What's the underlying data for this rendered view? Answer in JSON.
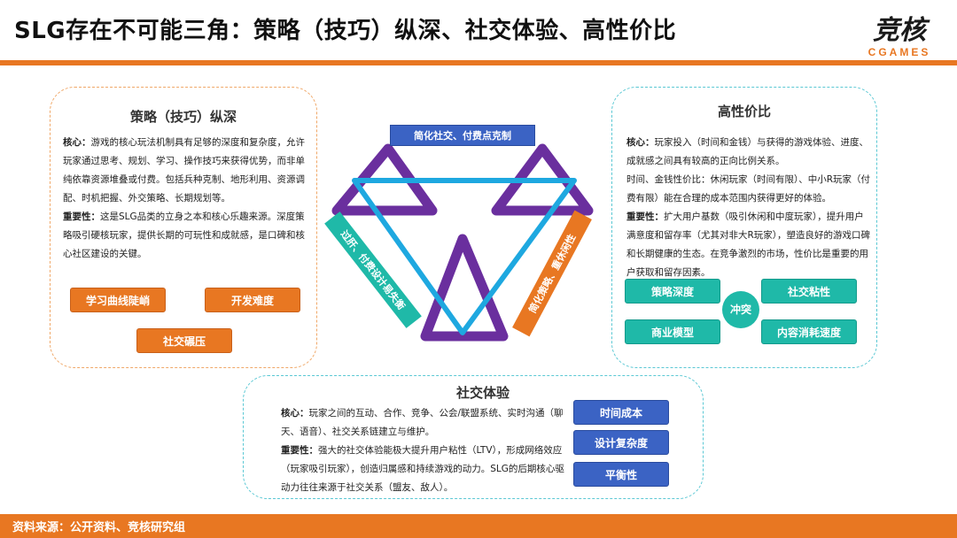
{
  "header": {
    "title": "SLG存在不可能三角：策略（技巧）纵深、社交体验、高性价比",
    "logo_cn": "竞核",
    "logo_en": "CGAMES"
  },
  "strategy": {
    "title": "策略（技巧）纵深",
    "core_label": "核心：",
    "core_text": "游戏的核心玩法机制具有足够的深度和复杂度，允许玩家通过思考、规划、学习、操作技巧来获得优势，而非单纯依靠资源堆叠或付费。包括兵种克制、地形利用、资源调配、时机把握、外交策略、长期规划等。",
    "importance_label": "重要性：",
    "importance_text": "这是SLG品类的立身之本和核心乐趣来源。深度策略吸引硬核玩家，提供长期的可玩性和成就感，是口碑和核心社区建设的关键。",
    "tags": [
      "学习曲线陡峭",
      "开发难度",
      "社交碾压"
    ]
  },
  "value": {
    "title": "高性价比",
    "core_label": "核心：",
    "core_text": "玩家投入（时间和金钱）与获得的游戏体验、进度、成就感之间具有较高的正向比例关系。",
    "extra_text": "时间、金钱性价比：休闲玩家（时间有限）、中小R玩家（付费有限）能在合理的成本范围内获得更好的体验。",
    "importance_label": "重要性：",
    "importance_text": "扩大用户基数（吸引休闲和中度玩家），提升用户满意度和留存率（尤其对非大R玩家），塑造良好的游戏口碑和长期健康的生态。在竞争激烈的市场，性价比是重要的用户获取和留存因素。",
    "tags": [
      "策略深度",
      "社交粘性",
      "商业模型",
      "内容消耗速度"
    ],
    "conflict": "冲突"
  },
  "social": {
    "title": "社交体验",
    "core_label": "核心：",
    "core_text": "玩家之间的互动、合作、竞争、公会/联盟系统、实时沟通（聊天、语音）、社交关系链建立与维护。",
    "importance_label": "重要性：",
    "importance_text": "强大的社交体验能极大提升用户粘性（LTV），形成网络效应（玩家吸引玩家），创造归属感和持续游戏的动力。SLG的后期核心驱动力往往来源于社交关系（盟友、敌人）。",
    "tags": [
      "时间成本",
      "设计复杂度",
      "平衡性"
    ]
  },
  "diagram": {
    "top_label": "简化社交、付费点克制",
    "left_label": "过肝、付费设计易失衡",
    "right_label": "简化策略、重休闲性"
  },
  "footer": {
    "source": "资料来源：公开资料、竞核研究组"
  }
}
